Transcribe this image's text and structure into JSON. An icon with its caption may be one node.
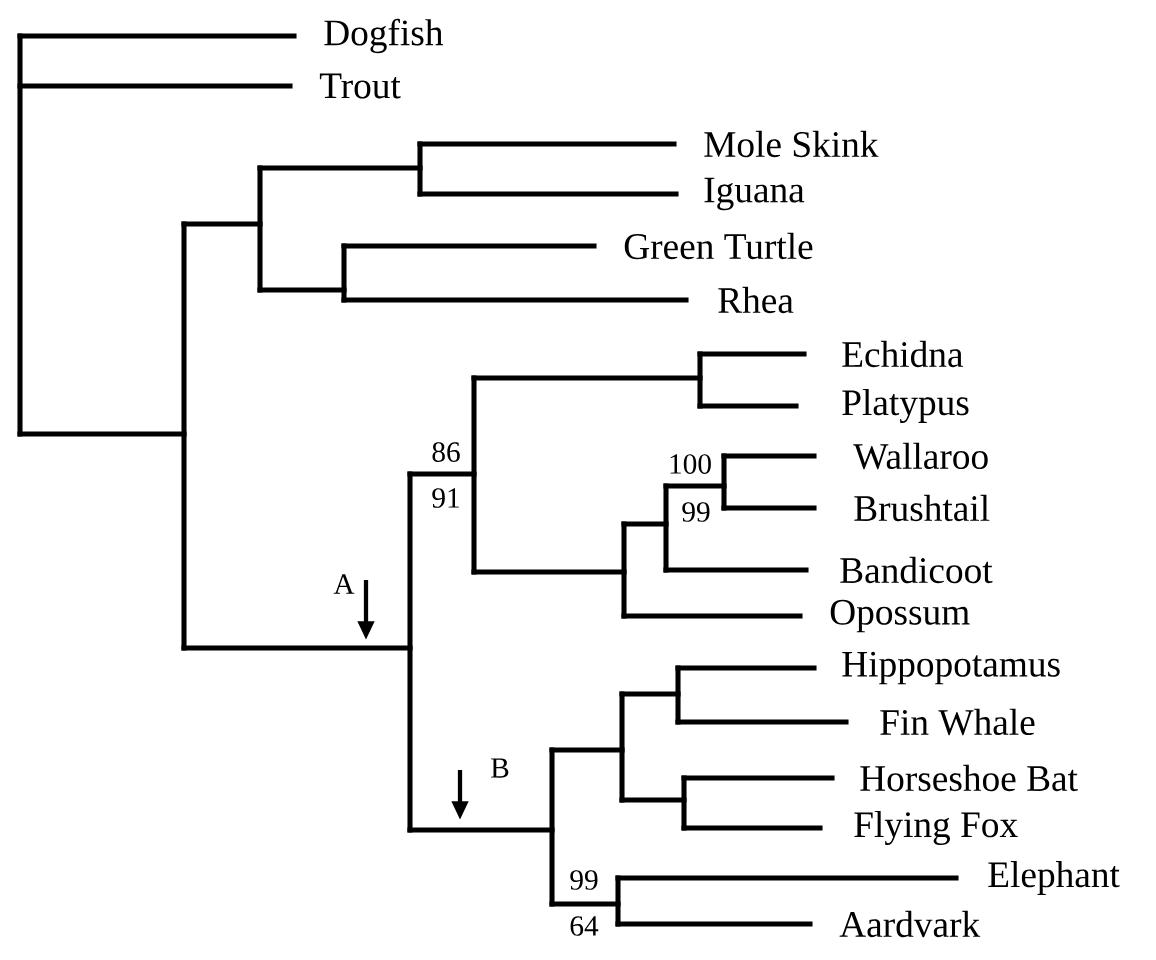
{
  "diagram": {
    "labels": [
      "Dogfish",
      "Trout",
      "Mole Skink",
      "Iguana",
      "Green Turtle",
      "Rhea",
      "Echidna",
      "Platypus",
      "86",
      "Wallaroo",
      "100",
      "91",
      "Brushtail",
      "99",
      "Bandicoot",
      "A",
      "Opossum",
      "Hippopotamus",
      "Fin Whale",
      "B",
      "Horseshoe Bat",
      "Flying Fox",
      "99",
      "Elephant",
      "64",
      "Aardvark"
    ]
  }
}
